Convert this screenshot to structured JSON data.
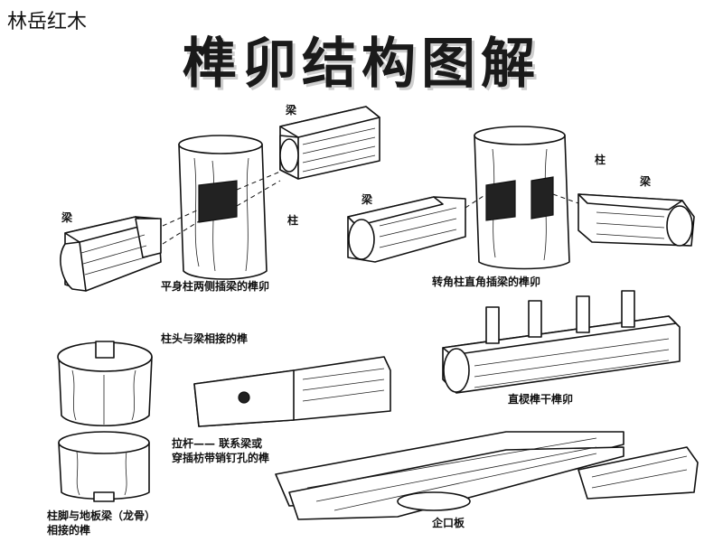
{
  "brand": "林岳红木",
  "title": "榫卯结构图解",
  "labels": {
    "liang_1": "梁",
    "liang_2": "梁",
    "zhu_1": "柱",
    "liang_3": "梁",
    "zhu_2": "柱",
    "liang_4": "梁",
    "caption_1": "平身柱两侧插梁的榫卯",
    "caption_2": "转角柱直角插梁的榫卯",
    "caption_3": "柱头与梁相接的榫",
    "caption_4": "直棂榫干榫卯",
    "caption_5_line1": "拉杆—— 联系梁或",
    "caption_5_line2": "穿插枋带销钉孔的榫",
    "caption_6_line1": "柱脚与地板梁（龙骨）",
    "caption_6_line2": "相接的榫",
    "caption_7": "企口板"
  }
}
